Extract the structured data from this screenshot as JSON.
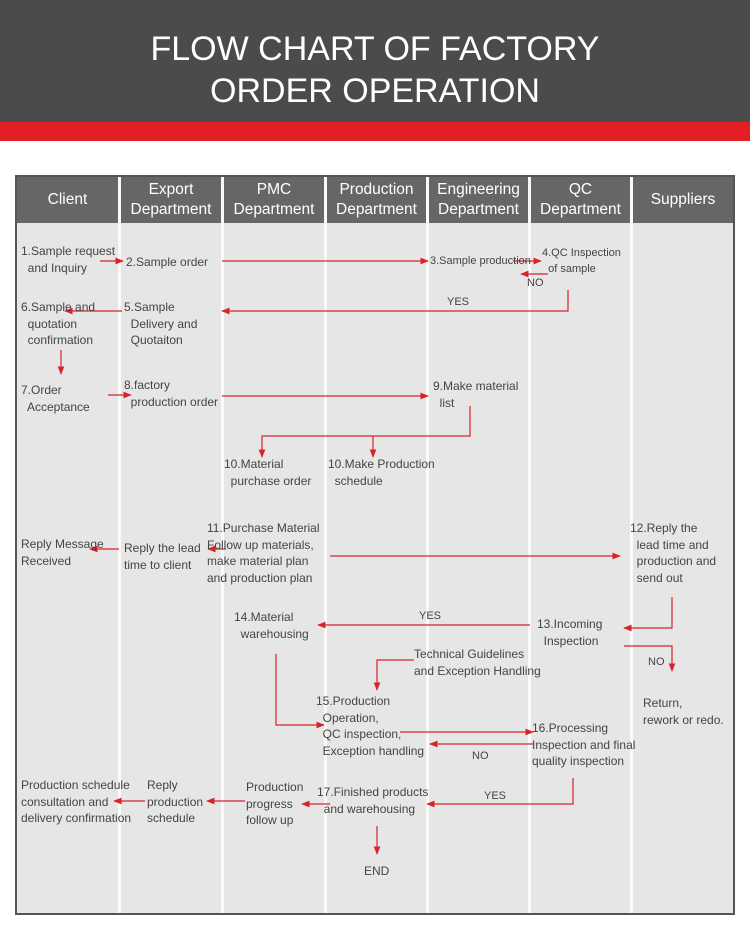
{
  "header": {
    "title_line1": "FLOW CHART OF FACTORY",
    "title_line2": "ORDER OPERATION",
    "colors": {
      "banner": "#4b4b4b",
      "accent": "#e31e25",
      "lane_header": "#666666",
      "chart_bg": "#e6e6e6"
    }
  },
  "lanes": [
    "Client",
    "Export\nDepartment",
    "PMC\nDepartment",
    "Production\nDepartment",
    "Engineering\nDepartment",
    "QC\nDepartment",
    "Suppliers"
  ],
  "steps": {
    "s1": "1.Sample request\n  and Inquiry",
    "s2": "2.Sample order",
    "s3": "3.Sample production",
    "s4": "4.QC Inspection\n  of sample",
    "s5": "5.Sample\n  Delivery and\n  Quotaiton",
    "s6": "6.Sample and\n  quotation\n  confirmation",
    "s7": "7.Order\n  Acceptance",
    "s8": "8.factory\n  production order",
    "s9": "9.Make material\n  list",
    "s10a": "10.Material\n  purchase order",
    "s10b": "10.Make Production\n  schedule",
    "s11": "11.Purchase Material\nFollow up materials,\nmake material plan\nand production plan",
    "s12": "12.Reply the\n  lead time and\n  production and\n  send out",
    "reply_lead": "Reply the lead\ntime to client",
    "reply_received": "Reply Message\nReceived",
    "s13": "13.Incoming\n  Inspection",
    "s14": "14.Material\n  warehousing",
    "tech": "Technical Guidelines\nand Exception Handling",
    "s15": "15.Production\n  Operation,\n  QC inspection,\n  Exception handling",
    "s16": "16.Processing\nInspection and final\nquality inspection",
    "return": "Return,\nrework or redo.",
    "s17": "17.Finished products\n  and warehousing",
    "progress": "Production\nprogress\nfollow up",
    "reply_sched": "Reply\nproduction\nschedule",
    "consult": "Production schedule\nconsultation and\ndelivery confirmation",
    "end": "END"
  },
  "edge_labels": {
    "no1": "NO",
    "yes1": "YES",
    "yes2": "YES",
    "no2": "NO",
    "no3": "NO",
    "yes3": "YES"
  }
}
